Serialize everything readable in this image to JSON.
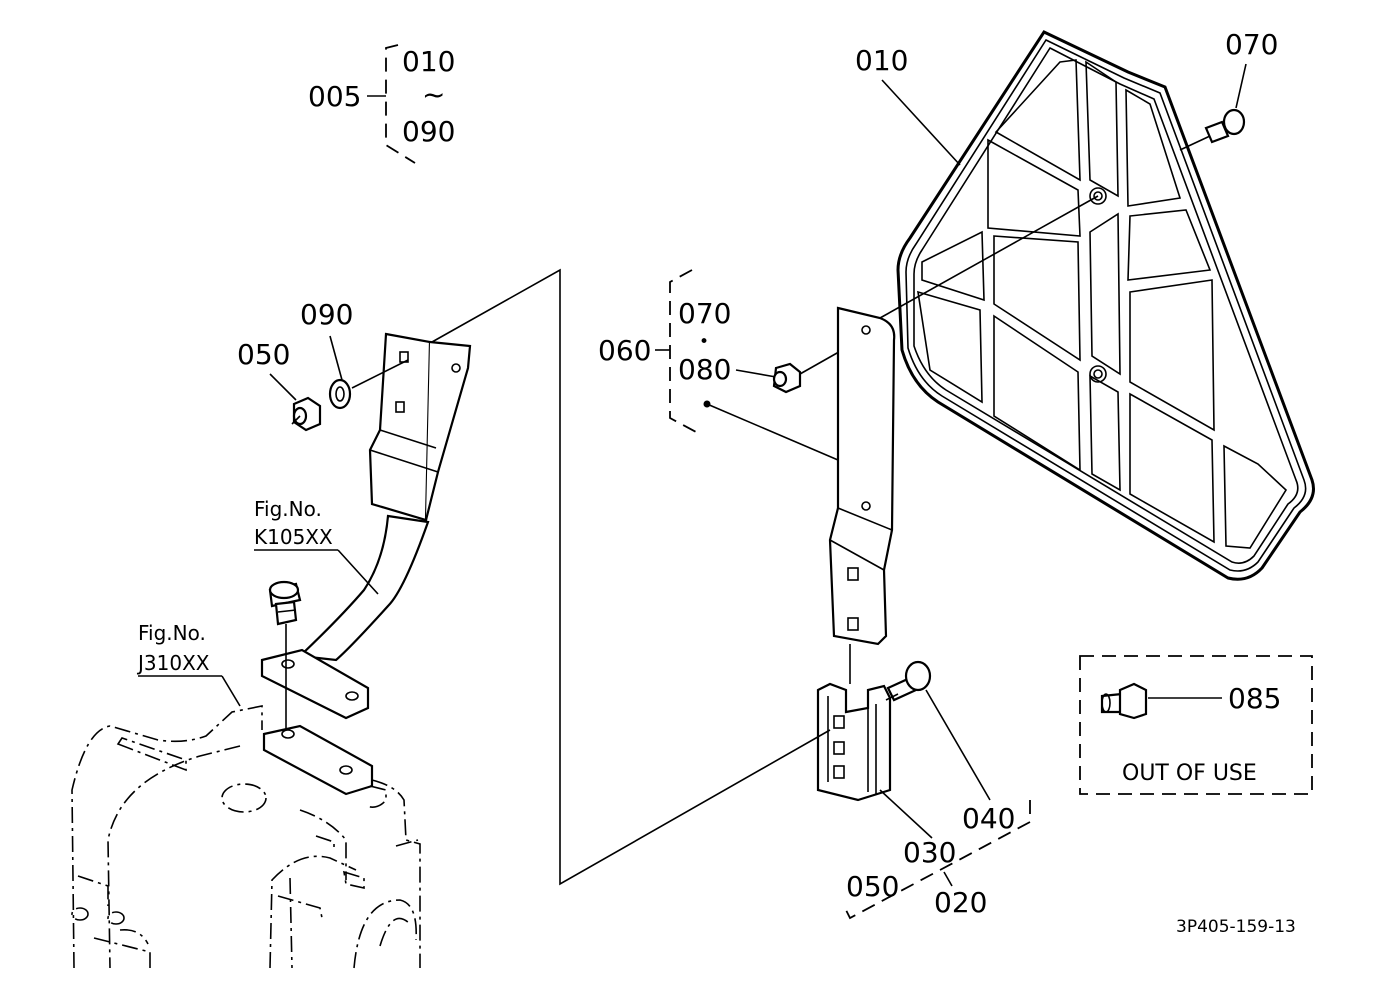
{
  "labels": {
    "group_005": "005",
    "group_005_from": "010",
    "group_005_tilde": "~",
    "group_005_to": "090",
    "part_010": "010",
    "part_070_top": "070",
    "part_090": "090",
    "part_050_left": "050",
    "group_060": "060",
    "group_060_070": "070",
    "group_060_dot": "•",
    "group_060_080": "080",
    "fig_no_1": "Fig.No.",
    "fig_ref_1": "K105XX",
    "fig_no_2": "Fig.No.",
    "fig_ref_2": "J310XX",
    "part_085": "085",
    "out_of_use": "OUT OF USE",
    "part_040": "040",
    "part_030": "030",
    "part_050_bottom": "050",
    "group_020": "020",
    "drawing_number": "3P405-159-13"
  },
  "icons": {
    "reflector": "triangular-reflector-icon",
    "bracket": "reflector-bracket-icon",
    "rod": "mounting-rod-icon",
    "bolt": "bolt-icon",
    "nut": "nut-icon",
    "washer": "washer-icon",
    "clip": "channel-clip-icon",
    "housing": "transmission-housing-icon"
  }
}
